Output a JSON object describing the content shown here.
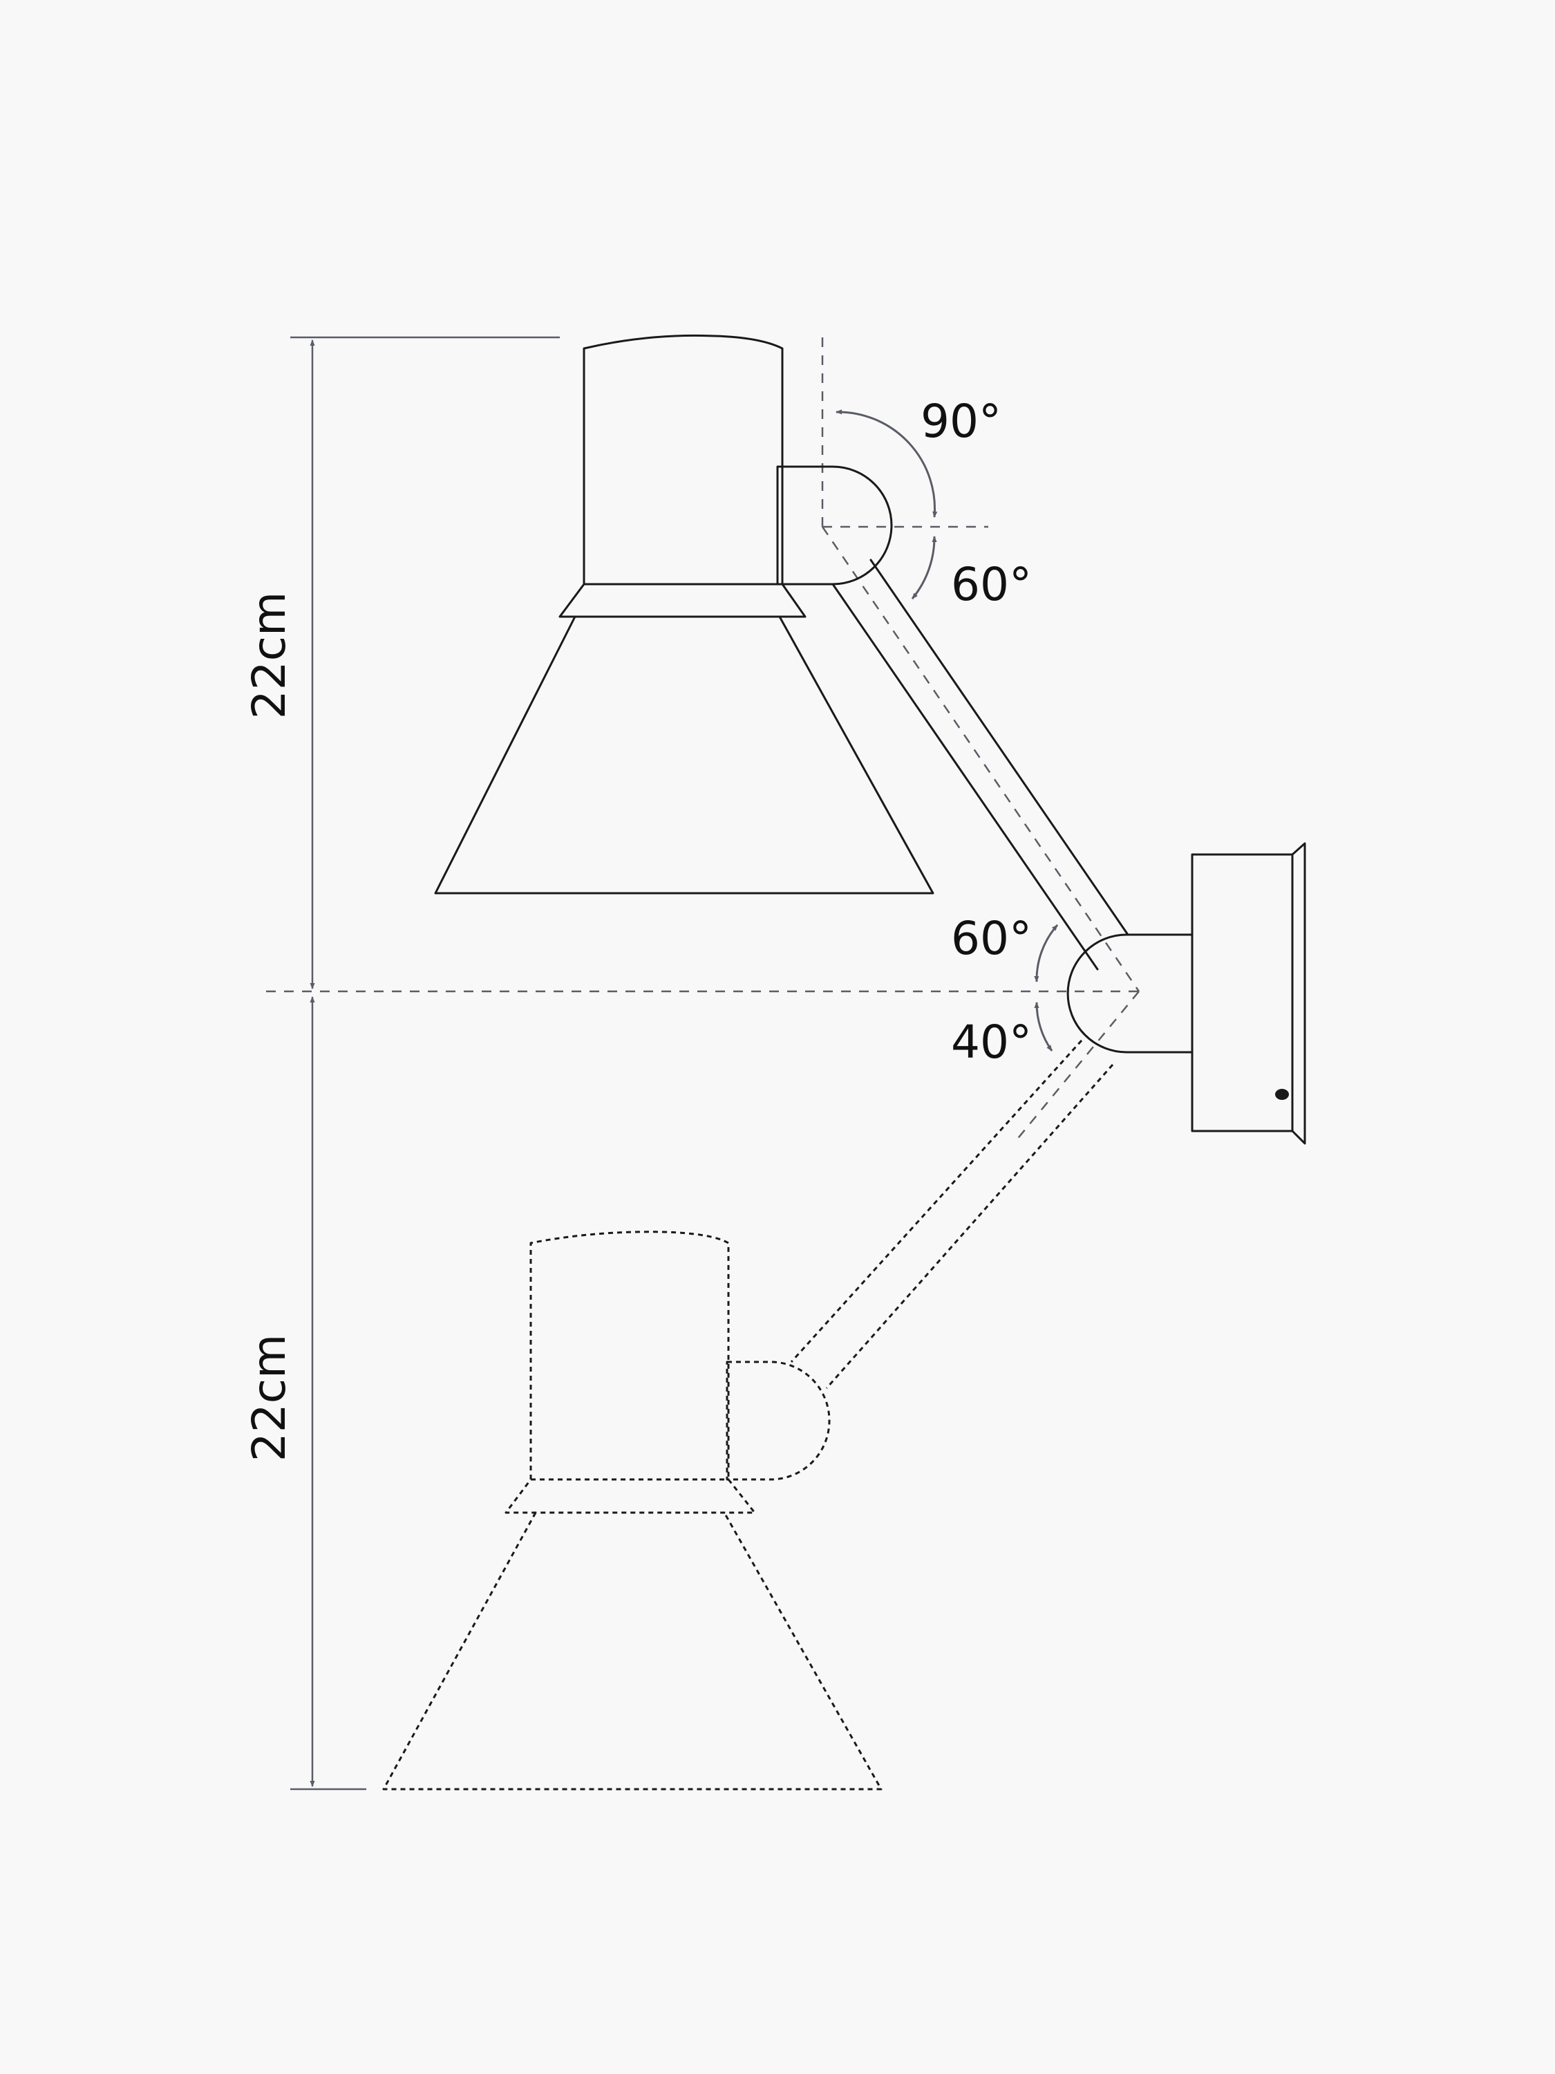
{
  "dimensions": {
    "upper_height": "22cm",
    "lower_height": "22cm"
  },
  "angles": {
    "shade_up": "90°",
    "shade_down": "60°",
    "arm_up": "60°",
    "arm_down": "40°"
  },
  "colors": {
    "background": "#f8f8f8",
    "lines": "#1a1a1a",
    "guides": "#5a5d66"
  }
}
